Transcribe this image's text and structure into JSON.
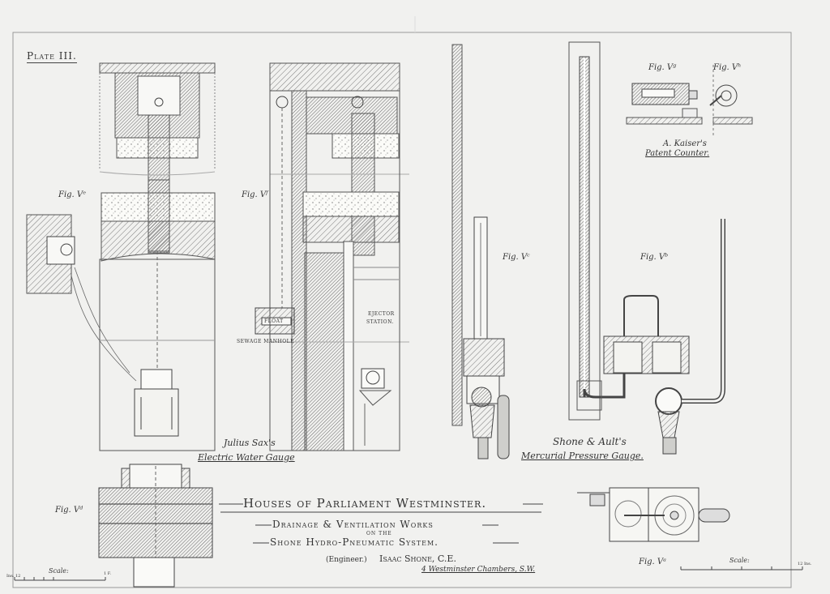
{
  "plate": {
    "label": "Plate III."
  },
  "figures": {
    "fig_ve_left": "Fig. Vᵉ",
    "fig_vf": "Fig. Vᶠ",
    "fig_vc": "Fig. Vᶜ",
    "fig_vb": "Fig. Vᵇ",
    "fig_vg": "Fig. Vᵍ",
    "fig_vh": "Fig. Vʰ",
    "fig_vd": "Fig. Vᵈ",
    "fig_va": "Fig. Vᵃ"
  },
  "annotations": {
    "float": "FLOAT",
    "sewage_manhole": "SEWAGE MANHOLE",
    "ejector_station_1": "EJECTOR",
    "ejector_station_2": "STATION."
  },
  "captions": {
    "sax_1": "Julius Sax's",
    "sax_2": "Electric Water Gauge",
    "kaiser_1": "A. Kaiser's",
    "kaiser_2": "Patent Counter.",
    "shone_1": "Shone & Ault's",
    "shone_2": "Mercurial Pressure Gauge."
  },
  "title_block": {
    "line1": "Houses of Parliament Westminster.",
    "line2": "Drainage & Ventilation Works",
    "line3": "ON THE",
    "line4": "Shone Hydro-Pneumatic System.",
    "engineer_prefix": "(Engineer.)",
    "engineer_name": "Isaac Shone, C.E.",
    "address": "4 Westminster Chambers, S.W."
  },
  "scales": {
    "left_label": "Scale:",
    "right_label": "Scale:",
    "left_start": "Ins. 12",
    "left_end": "1 F.",
    "right_end": "12 Ins."
  },
  "colors": {
    "paper": "#f1f1ef",
    "ink": "#333333",
    "hatch": "#777777"
  }
}
